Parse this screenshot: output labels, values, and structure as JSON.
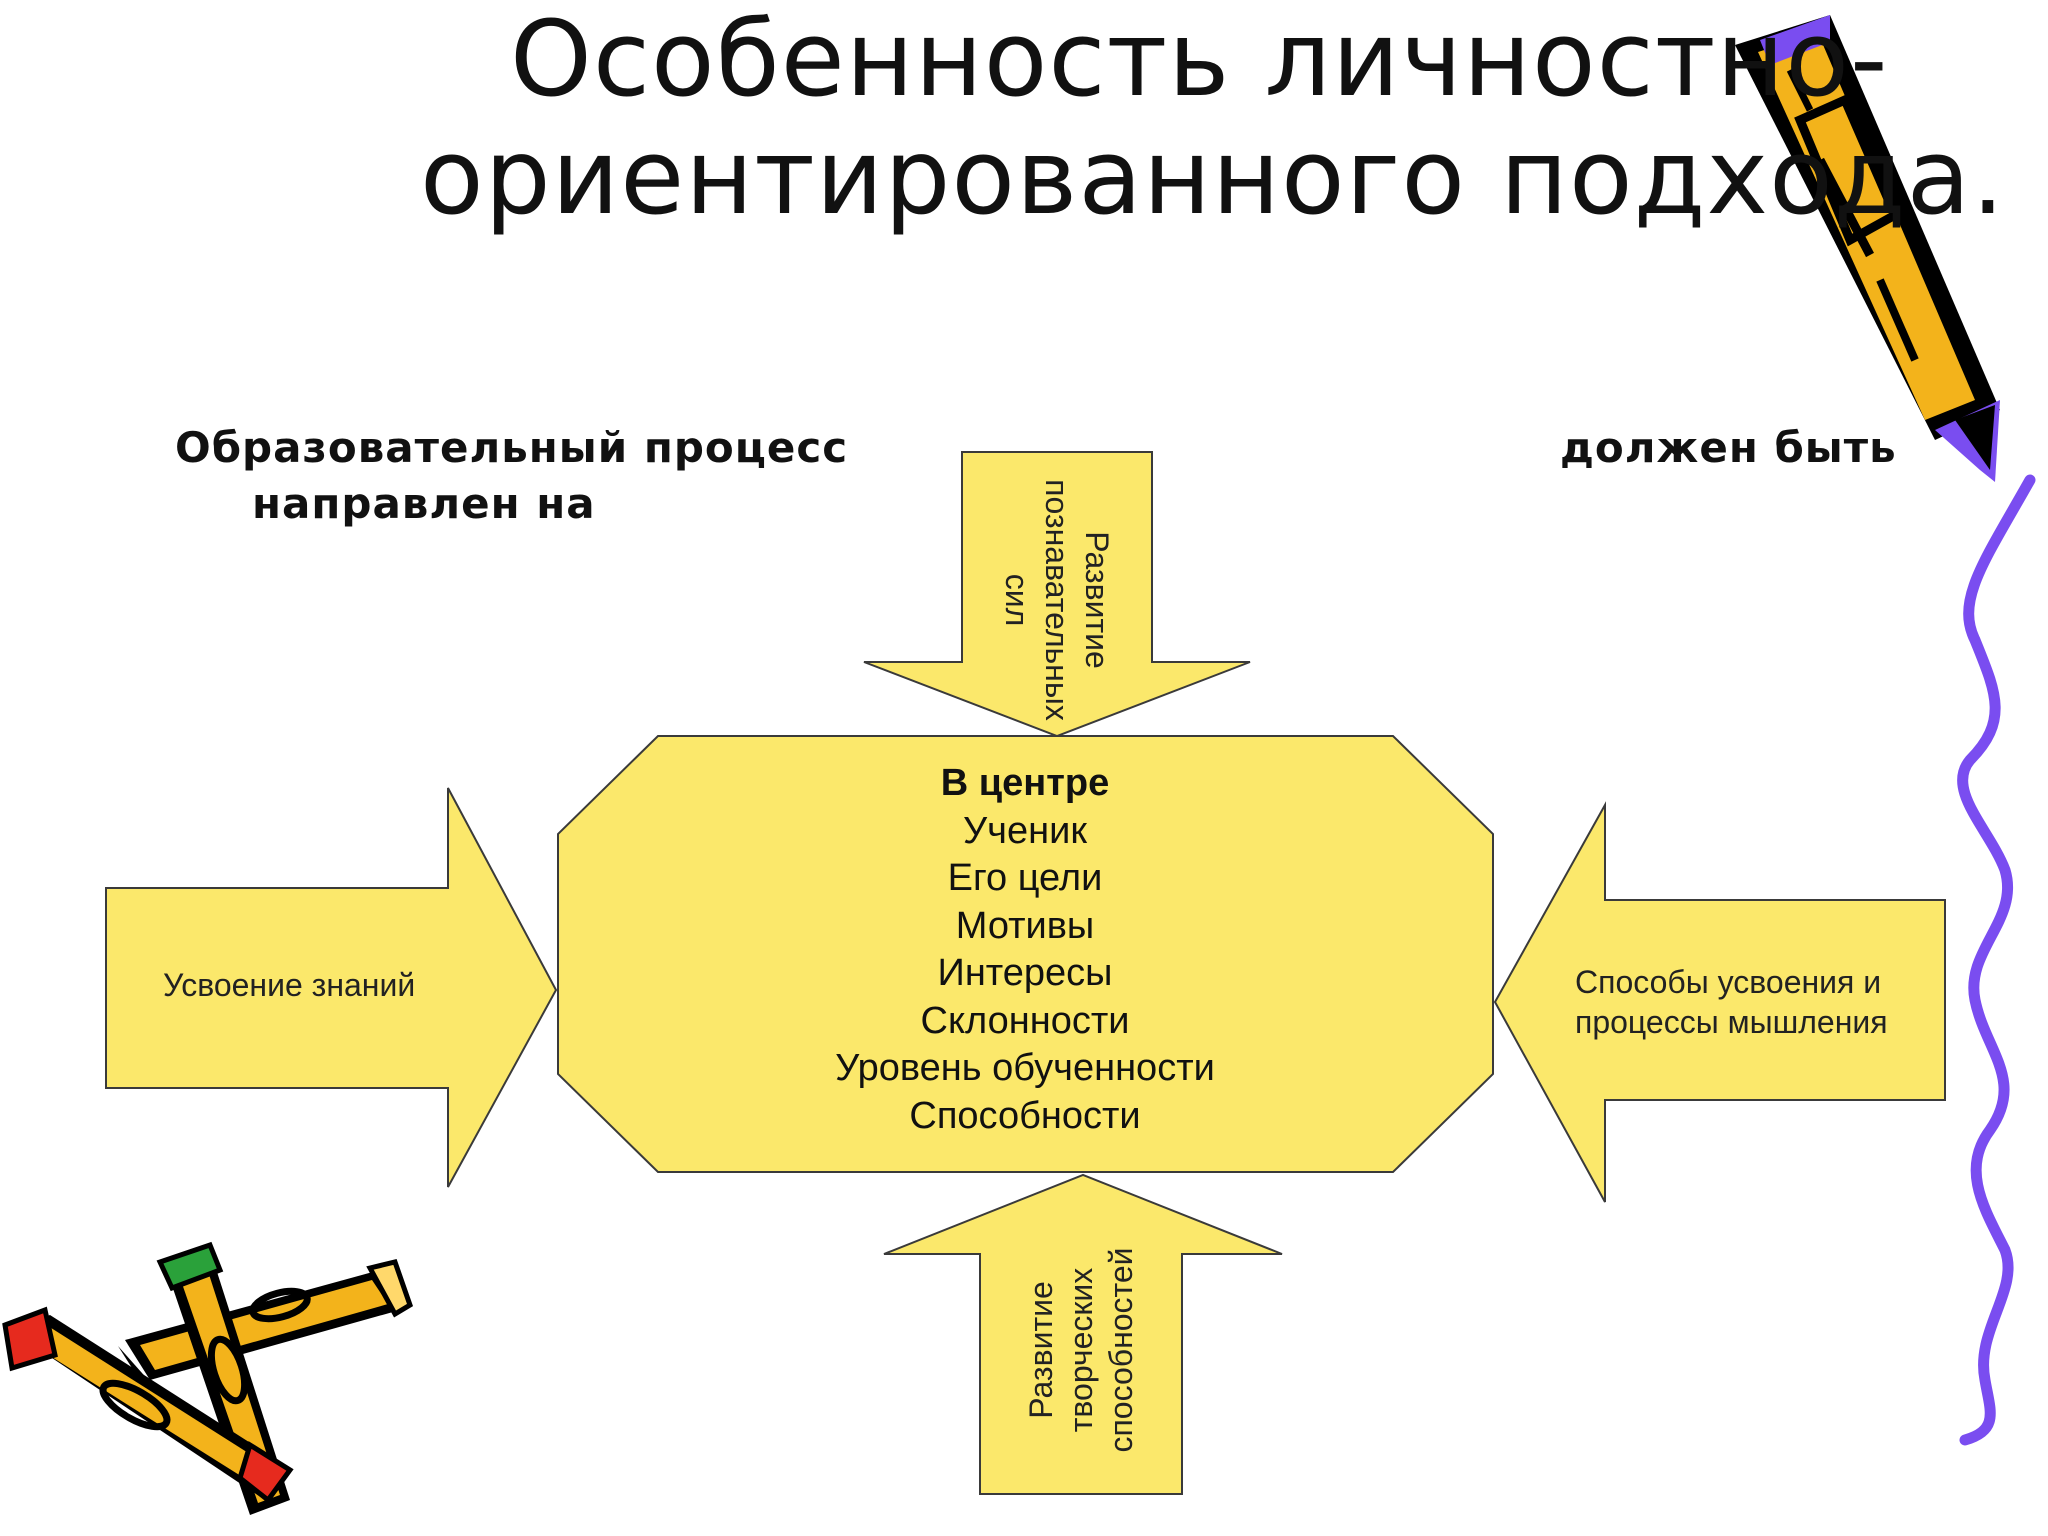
{
  "slide": {
    "title_line1": "Особенность личностно-",
    "title_line2": "ориентированного подхода.",
    "left_note_line1": "Образовательный процесс",
    "left_note_line2": "направлен на",
    "right_note": "должен быть"
  },
  "center": {
    "heading": "В центре",
    "items": [
      "Ученик",
      "Его цели",
      "Мотивы",
      "Интересы",
      "Склонности",
      "Уровень обученности",
      "Способности"
    ]
  },
  "arrows": {
    "top": {
      "lines": [
        "Развитие",
        "познавательных",
        "сил"
      ]
    },
    "bottom": {
      "lines": [
        "Развитие",
        "творческих",
        "способностей"
      ]
    },
    "left": {
      "lines": [
        "Усвоение знаний"
      ]
    },
    "right": {
      "lines": [
        "Способы усвоения и",
        "процессы мышления"
      ]
    }
  },
  "colors": {
    "shape_fill": "#fbe86b",
    "shape_stroke": "#3a3a3a",
    "squiggle": "#7a4df0",
    "pencil_body": "#f3b31b",
    "pencil_tip_purple": "#7a4df0",
    "pencil_tip_red": "#e62a1e",
    "pencil_tip_green": "#2aa13a"
  }
}
